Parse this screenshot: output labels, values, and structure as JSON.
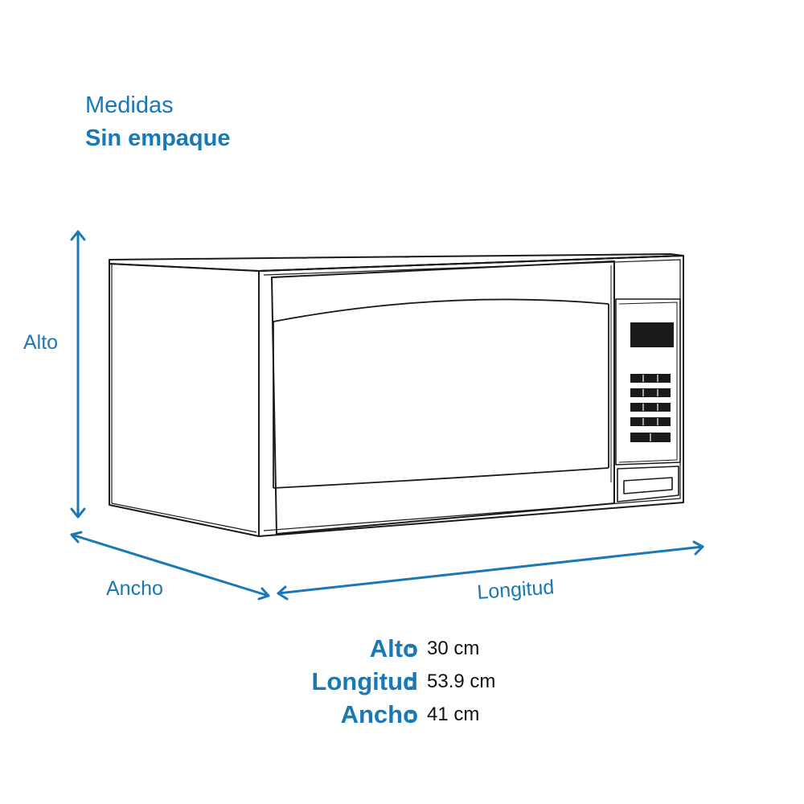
{
  "header": {
    "line1": "Medidas",
    "line2": "Sin empaque"
  },
  "dimensions": {
    "height_label": "Alto",
    "width_label": "Ancho",
    "length_label": "Longitud"
  },
  "specs": [
    {
      "key": "Alto",
      "colon": ":",
      "value": "30 cm"
    },
    {
      "key": "Longitud",
      "colon": ":",
      "value": "53.9 cm"
    },
    {
      "key": "Ancho",
      "colon": ":",
      "value": "41 cm"
    }
  ],
  "colors": {
    "accent": "#1a78b4",
    "outline": "#1a1a1a"
  }
}
